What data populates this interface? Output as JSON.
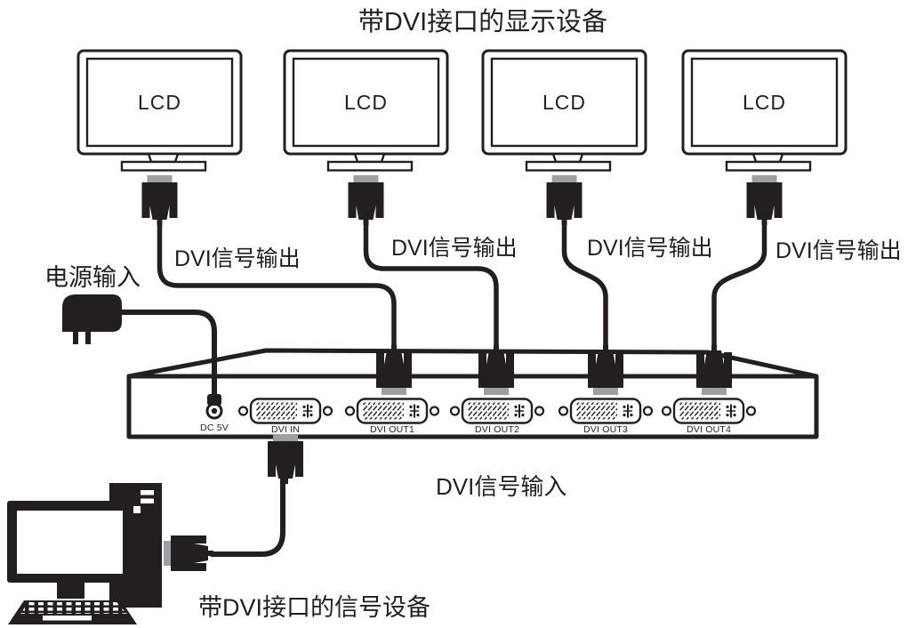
{
  "title": "带DVI接口的显示设备",
  "monitors": {
    "screen_label": "LCD"
  },
  "cable_labels": {
    "dvi_output": "DVI信号输出",
    "power_input": "电源输入",
    "dvi_input": "DVI信号输入"
  },
  "splitter": {
    "power_jack_label": "DC 5V",
    "ports": [
      {
        "label": "DVI IN"
      },
      {
        "label": "DVI OUT1"
      },
      {
        "label": "DVI OUT2"
      },
      {
        "label": "DVI OUT3"
      },
      {
        "label": "DVI OUT4"
      }
    ]
  },
  "bottom_caption": "带DVI接口的信号设备",
  "colors": {
    "ink": "#231f20",
    "connector_gray": "#9d9fa2"
  }
}
